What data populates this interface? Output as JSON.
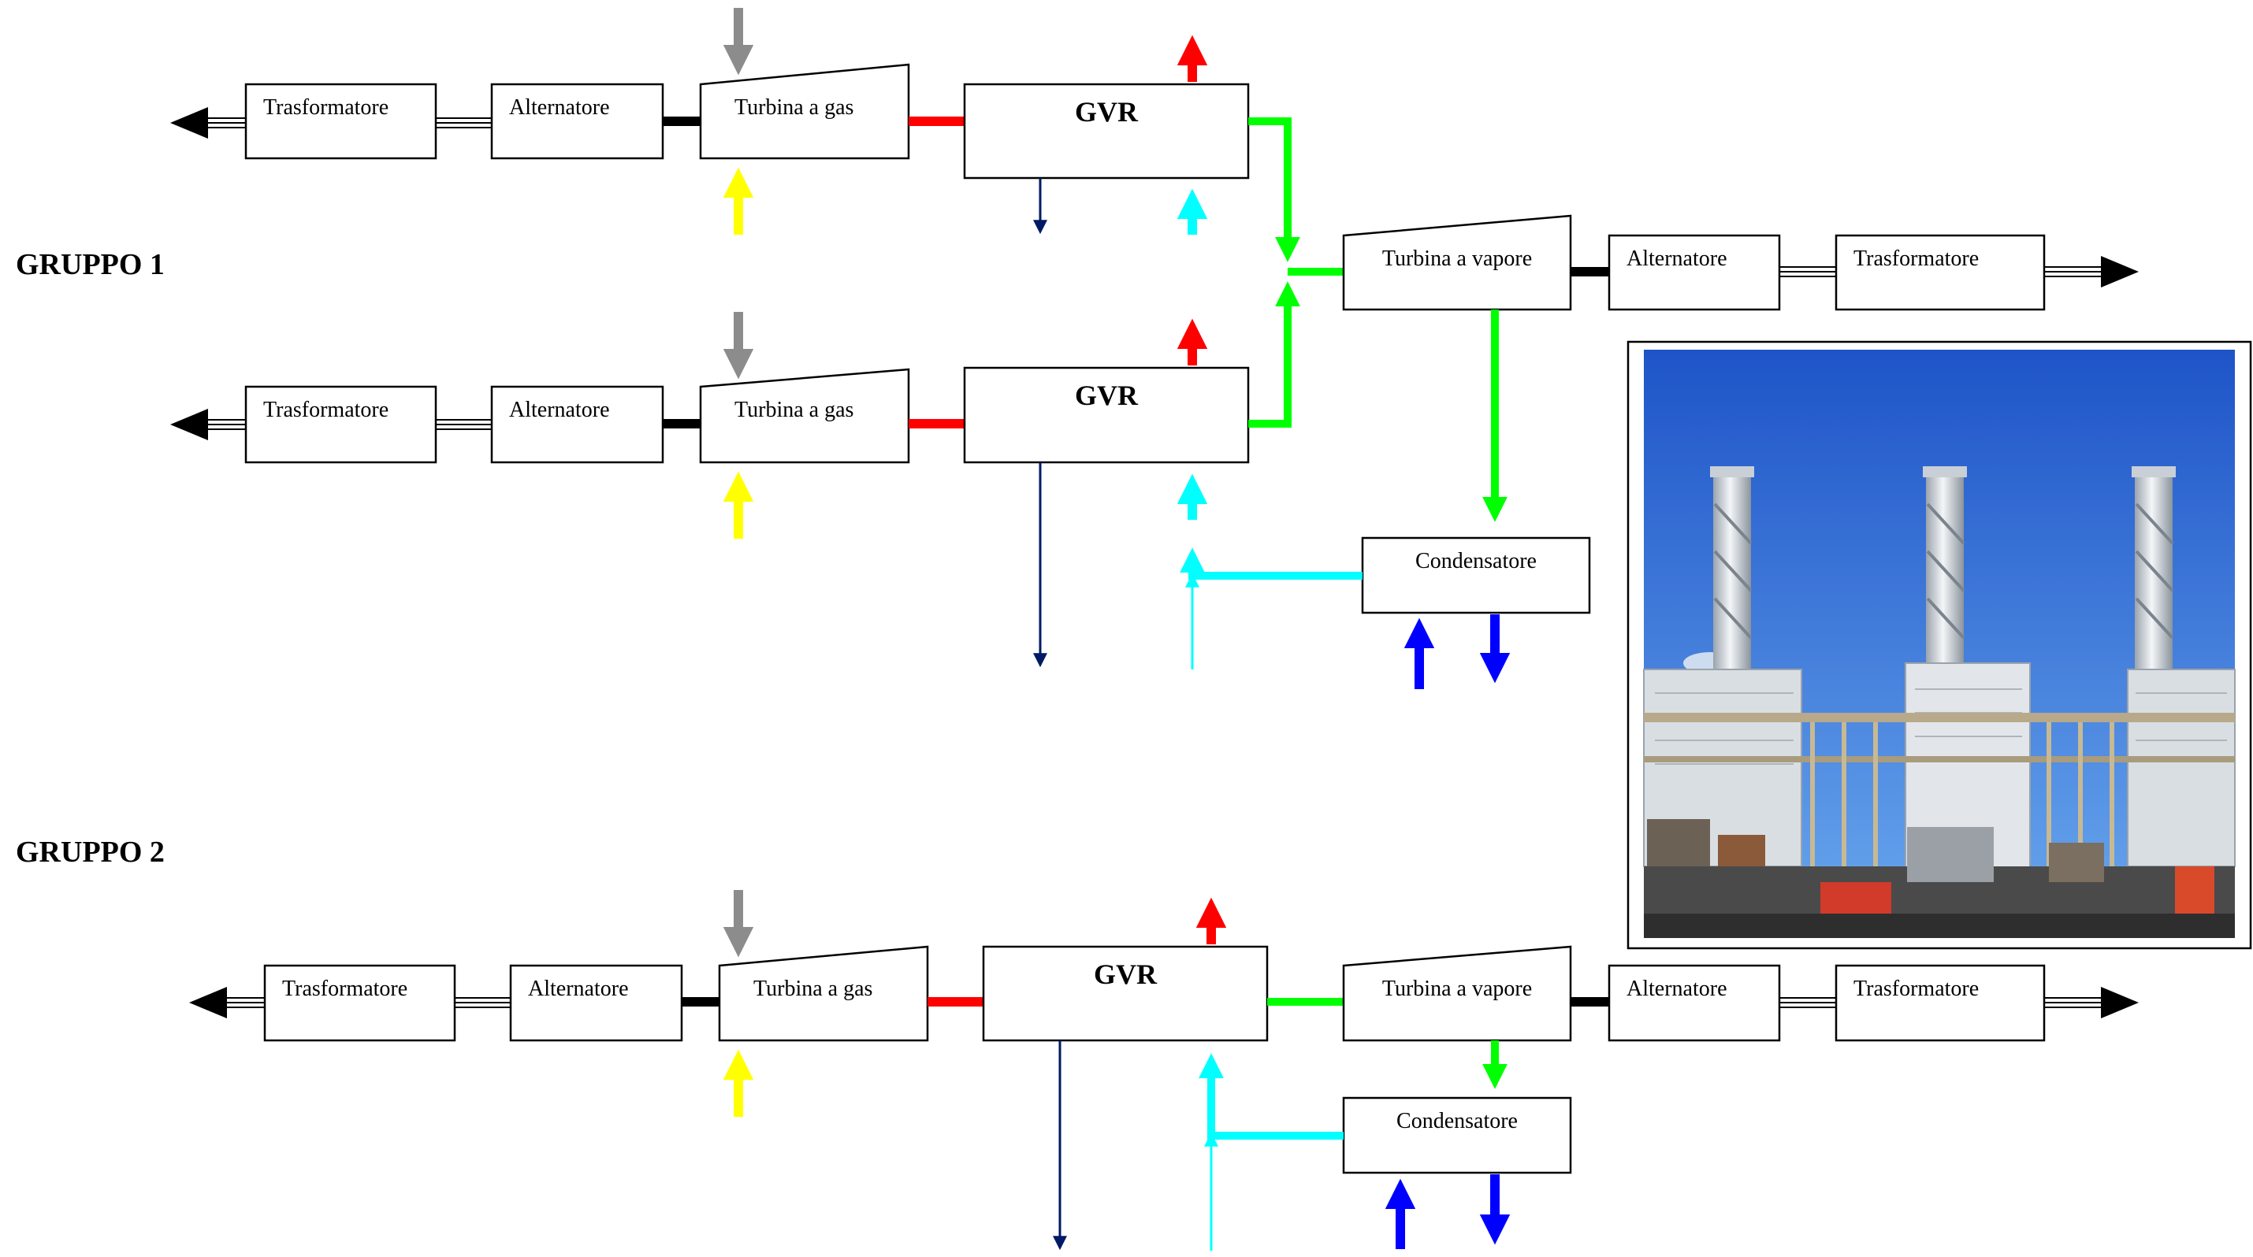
{
  "groups": {
    "g1": "GRUPPO 1",
    "g2": "GRUPPO 2"
  },
  "labels": {
    "trasformatore": "Trasformatore",
    "alternatore": "Alternatore",
    "turbina_gas": "Turbina a gas",
    "gvr": "GVR",
    "turbina_vapore": "Turbina a vapore",
    "condensatore": "Condensatore"
  },
  "photo": {
    "subject": "combined-cycle power plant with three exhaust stacks"
  },
  "colors": {
    "exhaust_gas": "#ff0000",
    "steam": "#00ff00",
    "fuel": "#808080",
    "air": "#ffff00",
    "feedwater": "#00ffff",
    "cooling_water": "#0000ff",
    "flue_outlet": "#002060",
    "shaft": "#000000"
  }
}
